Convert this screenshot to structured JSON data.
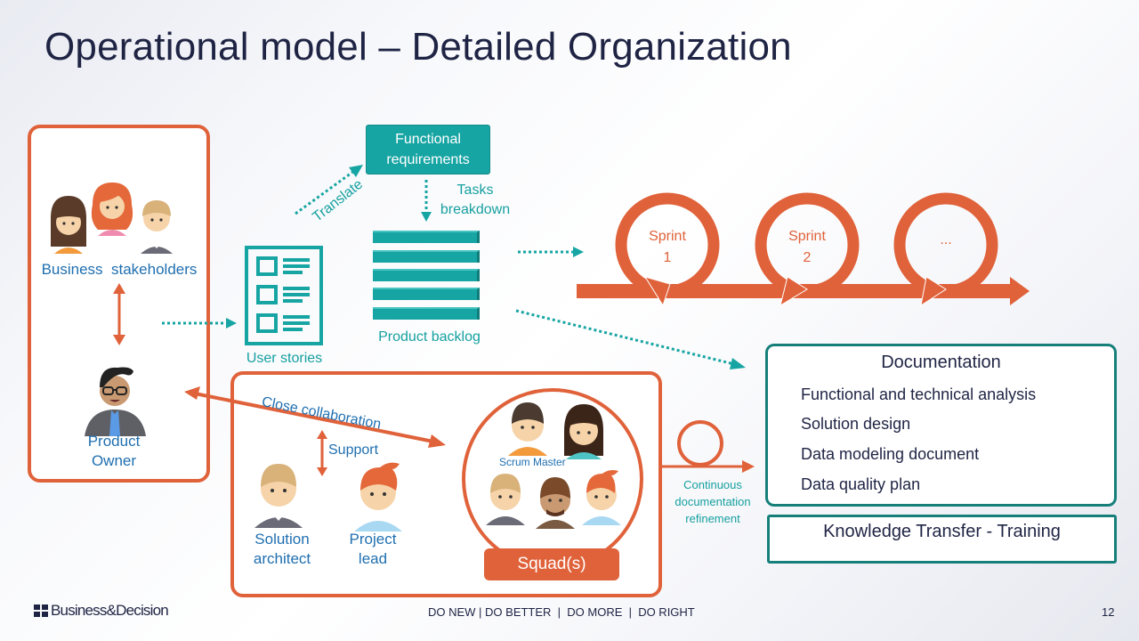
{
  "slide": {
    "title": "Operational model – Detailed Organization",
    "page_number": "12"
  },
  "colors": {
    "orange": "#e0623a",
    "teal": "#17a5a3",
    "dark_teal": "#167f7a",
    "blue_label": "#1f6fb0",
    "navy": "#1f2444"
  },
  "business": {
    "stakeholders_label": "Business  stakeholders",
    "product_owner_label_line1": "Product",
    "product_owner_label_line2": "Owner"
  },
  "flow": {
    "user_stories_label": "User stories",
    "translate_label": "Translate",
    "functional_requirements_line1": "Functional",
    "functional_requirements_line2": "requirements",
    "tasks_breakdown_line1": "Tasks",
    "tasks_breakdown_line2": "breakdown",
    "product_backlog_label": "Product backlog"
  },
  "sprints": [
    {
      "line1": "Sprint",
      "line2": "1"
    },
    {
      "line1": "Sprint",
      "line2": "2"
    },
    {
      "line1": "...",
      "line2": ""
    }
  ],
  "team": {
    "close_collaboration_label": "Close collaboration",
    "support_label": "Support",
    "solution_architect_line1": "Solution",
    "solution_architect_line2": "architect",
    "project_lead_line1": "Project",
    "project_lead_line2": "lead",
    "scrum_master_label": "Scrum Master",
    "squad_label": "Squad(s)"
  },
  "refinement": {
    "line1": "Continuous",
    "line2": "documentation",
    "line3": "refinement"
  },
  "documentation": {
    "title": "Documentation",
    "items": [
      "Functional and technical analysis",
      "Solution design",
      "Data modeling document",
      "Data quality plan"
    ]
  },
  "knowledge_transfer": {
    "label": "Knowledge Transfer - Training"
  },
  "footer": {
    "logo_text": "Business&Decision",
    "tagline": "DO NEW | DO BETTER  |  DO MORE  |  DO RIGHT"
  }
}
